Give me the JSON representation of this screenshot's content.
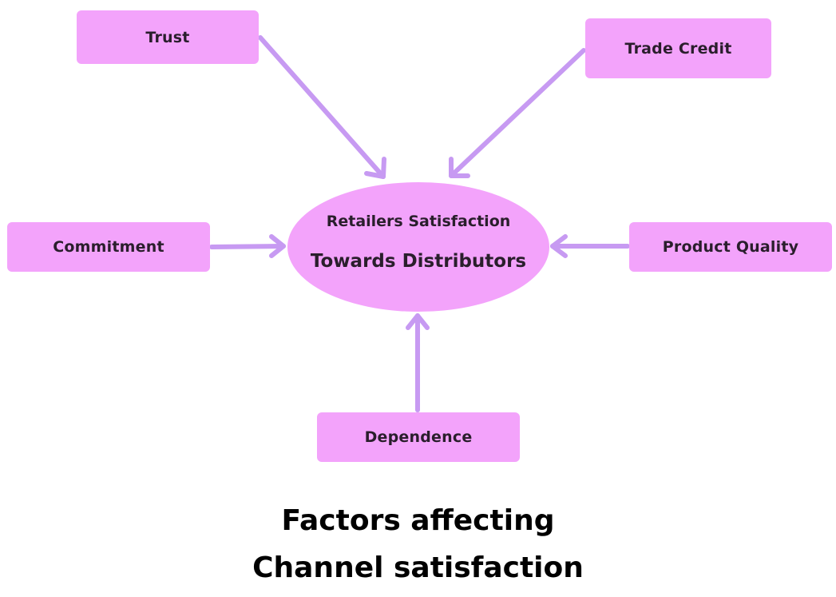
{
  "diagram": {
    "center": {
      "line1": "Retailers Satisfaction",
      "line2": "Towards Distributors"
    },
    "factors": {
      "trust": "Trust",
      "trade_credit": "Trade Credit",
      "commitment": "Commitment",
      "product_quality": "Product Quality",
      "dependence": "Dependence"
    },
    "caption": {
      "line1": "Factors affecting",
      "line2": "Channel satisfaction"
    }
  },
  "colors": {
    "node_fill": "#f3a3fb",
    "arrow": "#c79af2",
    "text": "#2a1e2c",
    "caption_text": "#000000"
  }
}
